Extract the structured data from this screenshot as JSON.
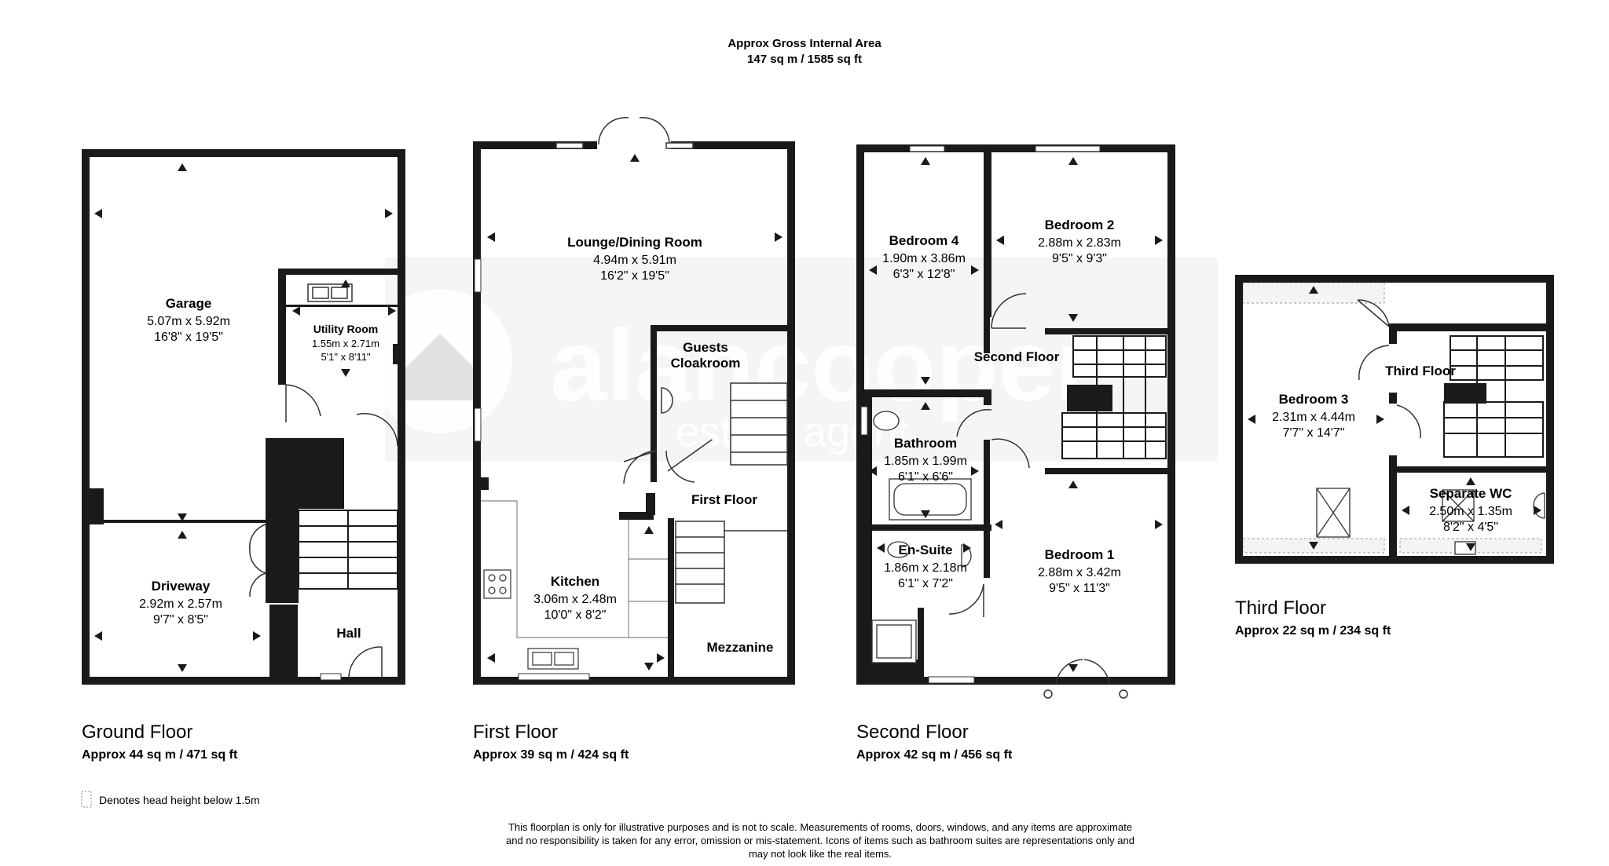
{
  "header": {
    "line1": "Approx Gross Internal Area",
    "line2": "147 sq m / 1585 sq ft"
  },
  "watermark": {
    "brand_line1": "alancooper",
    "brand_line2": "estate agent"
  },
  "floors": {
    "ground": {
      "title": "Ground Floor",
      "area": "Approx 44 sq m / 471 sq ft"
    },
    "first": {
      "title": "First Floor",
      "area": "Approx 39 sq m / 424 sq ft"
    },
    "second": {
      "title": "Second Floor",
      "area": "Approx 42 sq m / 456 sq ft"
    },
    "third": {
      "title": "Third Floor",
      "area": "Approx 22 sq m / 234 sq ft"
    }
  },
  "rooms": {
    "garage": {
      "name": "Garage",
      "metric": "5.07m x 5.92m",
      "imperial": "16'8\" x 19'5\""
    },
    "utility": {
      "name": "Utility Room",
      "metric": "1.55m x 2.71m",
      "imperial": "5'1\" x 8'11\""
    },
    "driveway": {
      "name": "Driveway",
      "metric": "2.92m x 2.57m",
      "imperial": "9'7\" x 8'5\""
    },
    "hall": {
      "name": "Hall"
    },
    "lounge": {
      "name": "Lounge/Dining Room",
      "metric": "4.94m x 5.91m",
      "imperial": "16'2\" x 19'5\""
    },
    "cloakroom": {
      "name_line1": "Guests",
      "name_line2": "Cloakroom"
    },
    "first_floor_landing": {
      "name": "First Floor"
    },
    "kitchen": {
      "name": "Kitchen",
      "metric": "3.06m x 2.48m",
      "imperial": "10'0\" x 8'2\""
    },
    "mezzanine": {
      "name": "Mezzanine"
    },
    "bedroom4": {
      "name": "Bedroom 4",
      "metric": "1.90m x 3.86m",
      "imperial": "6'3\" x 12'8\""
    },
    "bedroom2": {
      "name": "Bedroom 2",
      "metric": "2.88m x 2.83m",
      "imperial": "9'5\" x 9'3\""
    },
    "second_floor_landing": {
      "name": "Second Floor"
    },
    "bathroom": {
      "name": "Bathroom",
      "metric": "1.85m x 1.99m",
      "imperial": "6'1\" x 6'6\""
    },
    "ensuite": {
      "name": "En-Suite",
      "metric": "1.86m x 2.18m",
      "imperial": "6'1\" x 7'2\""
    },
    "bedroom1": {
      "name": "Bedroom 1",
      "metric": "2.88m x 3.42m",
      "imperial": "9'5\" x 11'3\""
    },
    "bedroom3": {
      "name": "Bedroom 3",
      "metric": "2.31m x 4.44m",
      "imperial": "7'7\" x 14'7\""
    },
    "third_floor_landing": {
      "name": "Third Floor"
    },
    "separate_wc": {
      "name": "Separate WC",
      "metric": "2.50m x 1.35m",
      "imperial": "8'2\" x 4'5\""
    }
  },
  "legend": {
    "text": "Denotes head height below 1.5m"
  },
  "disclaimer": {
    "line1": "This floorplan is only for illustrative purposes and is not to scale. Measurements of rooms, doors, windows, and any items are approximate",
    "line2": "and no responsibility is taken for any error, omission or mis-statement. Icons of items such as bathroom suites are representations only and",
    "line3": "may not look like the real items."
  },
  "colors": {
    "wall": "#1a1a1a",
    "watermark": "#e9e9e9",
    "headroom_fill": "#f2f2f2",
    "background": "#ffffff"
  }
}
